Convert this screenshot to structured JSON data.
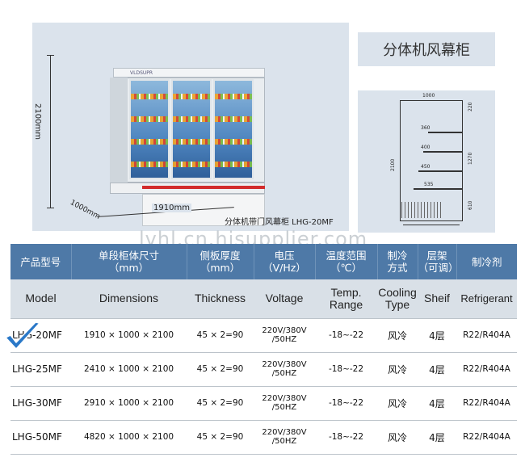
{
  "photo": {
    "height_label": "2100mm",
    "depth_label": "1000mm",
    "width_label": "1910mm",
    "caption": "分体机带门风幕柜 LHG-20MF",
    "fridge_logo": "VLDSUPR"
  },
  "title": "分体机风幕柜",
  "blueprint": {
    "top": "1000",
    "shelves": [
      "360",
      "400",
      "450",
      "535"
    ],
    "side_top": "220",
    "side_mid": "1270",
    "side_bottom": "610",
    "height": "2100"
  },
  "watermark": "lvhl.cn.hisupplier.com",
  "table": {
    "headers_cn": [
      "产品型号",
      "单段柜体尺寸\n（mm）",
      "侧板厚度\n（mm）",
      "电压\n（V/Hz）",
      "温度范围\n（℃）",
      "制冷\n方式",
      "层架\n（可调）",
      "制冷剂"
    ],
    "headers_en": [
      "Model",
      "Dimensions",
      "Thickness",
      "Voltage",
      "Temp.\nRange",
      "Cooling\nType",
      "Sheif",
      "Refrigerant"
    ],
    "rows": [
      {
        "model": "LHG-20MF",
        "dimensions": "1910 × 1000 × 2100",
        "thickness": "45 × 2=90",
        "voltage": "220V/380V\n/50HZ",
        "temp": "-18~-22",
        "cooling": "风冷",
        "shelf": "4层",
        "refrigerant": "R22/R404A"
      },
      {
        "model": "LHG-25MF",
        "dimensions": "2410 × 1000 × 2100",
        "thickness": "45 × 2=90",
        "voltage": "220V/380V\n/50HZ",
        "temp": "-18~-22",
        "cooling": "风冷",
        "shelf": "4层",
        "refrigerant": "R22/R404A"
      },
      {
        "model": "LHG-30MF",
        "dimensions": "2910 × 1000 × 2100",
        "thickness": "45 × 2=90",
        "voltage": "220V/380V\n/50HZ",
        "temp": "-18~-22",
        "cooling": "风冷",
        "shelf": "4层",
        "refrigerant": "R22/R404A"
      },
      {
        "model": "LHG-50MF",
        "dimensions": "4820 × 1000 × 2100",
        "thickness": "45 × 2=90",
        "voltage": "220V/380V\n/50HZ",
        "temp": "-18~-22",
        "cooling": "风冷",
        "shelf": "4层",
        "refrigerant": "R22/R404A"
      }
    ]
  },
  "colors": {
    "header_bg": "#4e79a7",
    "panel_bg": "#dbe3ec",
    "check": "#2a78c8"
  },
  "icons": {
    "check": "check-icon"
  }
}
